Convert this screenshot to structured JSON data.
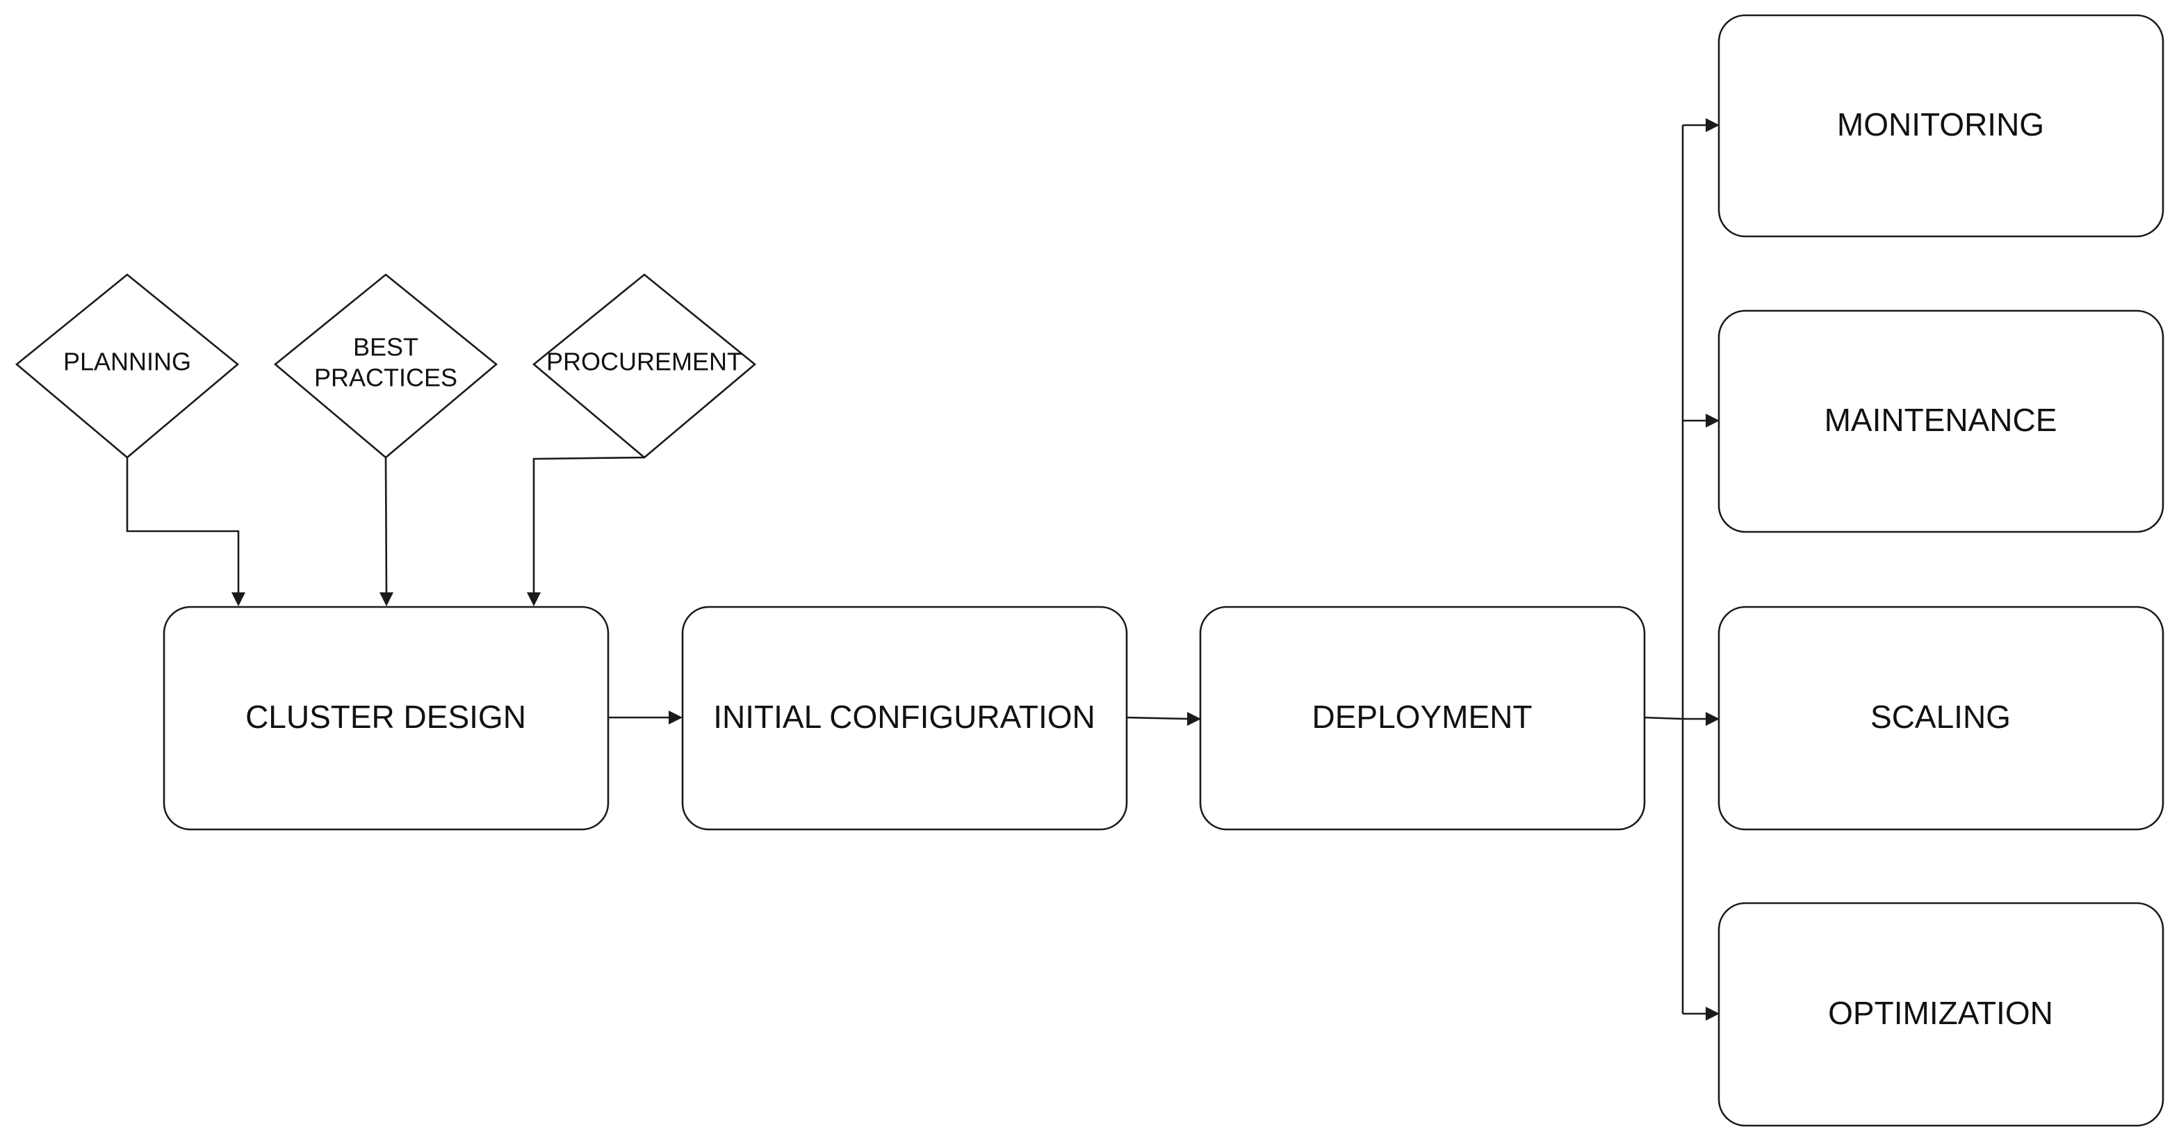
{
  "diagram": {
    "inputs": [
      {
        "id": "planning",
        "label": "PLANNING"
      },
      {
        "id": "best-practices",
        "label_line1": "BEST",
        "label_line2": "PRACTICES"
      },
      {
        "id": "procurement",
        "label": "PROCUREMENT"
      }
    ],
    "pipeline": [
      {
        "id": "cluster-design",
        "label": "CLUSTER DESIGN"
      },
      {
        "id": "initial-configuration",
        "label": "INITIAL CONFIGURATION"
      },
      {
        "id": "deployment",
        "label": "DEPLOYMENT"
      }
    ],
    "outcomes": [
      {
        "id": "monitoring",
        "label": "MONITORING"
      },
      {
        "id": "maintenance",
        "label": "MAINTENANCE"
      },
      {
        "id": "scaling",
        "label": "SCALING"
      },
      {
        "id": "optimization",
        "label": "OPTIMIZATION"
      }
    ],
    "edges": [
      {
        "from": "planning",
        "to": "cluster-design"
      },
      {
        "from": "best-practices",
        "to": "cluster-design"
      },
      {
        "from": "procurement",
        "to": "cluster-design"
      },
      {
        "from": "cluster-design",
        "to": "initial-configuration"
      },
      {
        "from": "initial-configuration",
        "to": "deployment"
      },
      {
        "from": "deployment",
        "to": "monitoring"
      },
      {
        "from": "deployment",
        "to": "maintenance"
      },
      {
        "from": "deployment",
        "to": "scaling"
      },
      {
        "from": "deployment",
        "to": "optimization"
      }
    ]
  }
}
